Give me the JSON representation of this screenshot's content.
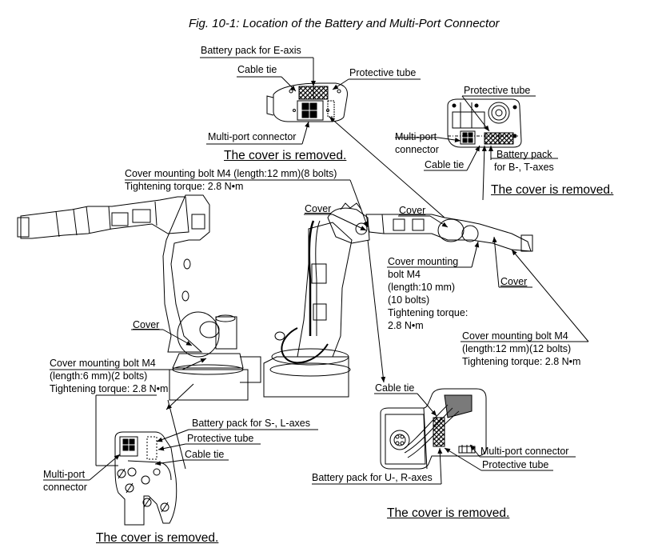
{
  "figure": {
    "title": "Fig. 10-1: Location of the Battery and Multi-Port Connector"
  },
  "detail_e_axis": {
    "battery_pack": "Battery pack for E-axis",
    "cable_tie": "Cable tie",
    "protective_tube": "Protective tube",
    "multi_port_connector": "Multi-port connector",
    "caption": "The cover is removed."
  },
  "detail_bt_axes": {
    "protective_tube": "Protective tube",
    "multi_port_connector_line1": "Multi-port",
    "multi_port_connector_line2": "connector",
    "cable_tie": "Cable tie",
    "battery_pack_line1": "Battery pack",
    "battery_pack_line2": "for B-, T-axes",
    "caption": "The cover is removed."
  },
  "upper_arm_callout": {
    "line1": "Cover mounting bolt M4 (length:12 mm)(8 bolts)",
    "line2": "Tightening torque: 2.8 N•m"
  },
  "robot_labels": {
    "cover_left": "Cover",
    "cover_mid": "Cover",
    "cover_right": "Cover",
    "cover_base": "Cover"
  },
  "forearm_callout": {
    "line1": "Cover mounting",
    "line2": "bolt M4",
    "line3": "(length:10 mm)",
    "line4": "(10 bolts)",
    "line5": "Tightening torque:",
    "line6": "2.8 N•m"
  },
  "wrist_callout": {
    "line1": "Cover mounting bolt M4",
    "line2": "(length:12 mm)(12 bolts)",
    "line3": "Tightening torque: 2.8 N•m"
  },
  "base_callout": {
    "line1": "Cover mounting bolt M4",
    "line2": "(length:6 mm)(2 bolts)",
    "line3": "Tightening torque: 2.8 N•m"
  },
  "detail_sl_axes": {
    "battery_pack": "Battery pack for S-, L-axes",
    "protective_tube": "Protective tube",
    "cable_tie": "Cable tie",
    "multi_port_connector_line1": "Multi-port",
    "multi_port_connector_line2": "connector",
    "caption": "The cover is removed."
  },
  "detail_ur_axes": {
    "cable_tie": "Cable tie",
    "multi_port_connector": "Multi-port connector",
    "protective_tube": "Protective tube",
    "battery_pack": "Battery pack for U-, R-axes",
    "caption": "The cover is removed."
  }
}
